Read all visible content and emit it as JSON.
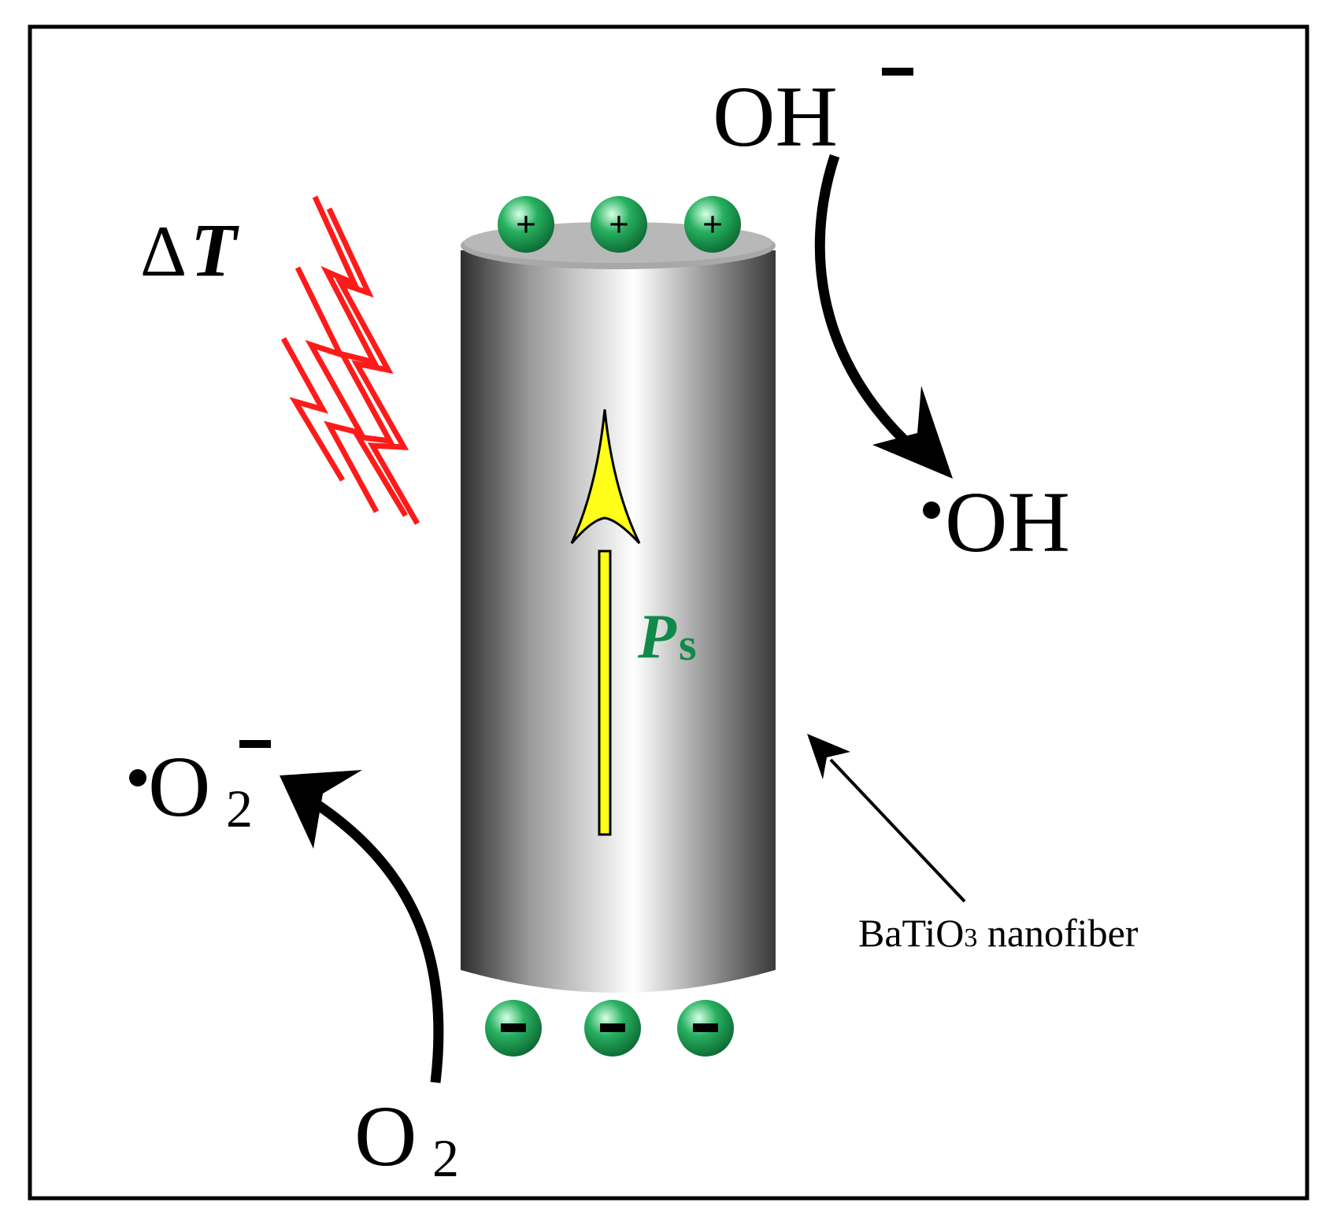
{
  "labels": {
    "delta": "Δ",
    "temp": "T",
    "oh_minus": "OH",
    "minus": "-",
    "radical_oh": "OH",
    "ps_main": "P",
    "ps_sub": "s",
    "o2_radical": "O",
    "o2_radical_sub": "2",
    "o2": "O",
    "o2_sub": "2",
    "nanofiber": "BaTiO",
    "nanofiber_sub": "3",
    "nanofiber_tail": " nanofiber",
    "plus": "+",
    "neg": "−"
  },
  "colors": {
    "charge": "#27b060",
    "heat": "#ff1a1a",
    "polarization_arrow": "#ffff1a",
    "ps_text": "#0f8a4a",
    "frame": "#000000"
  },
  "charges": {
    "positive_count": 3,
    "negative_count": 3
  }
}
